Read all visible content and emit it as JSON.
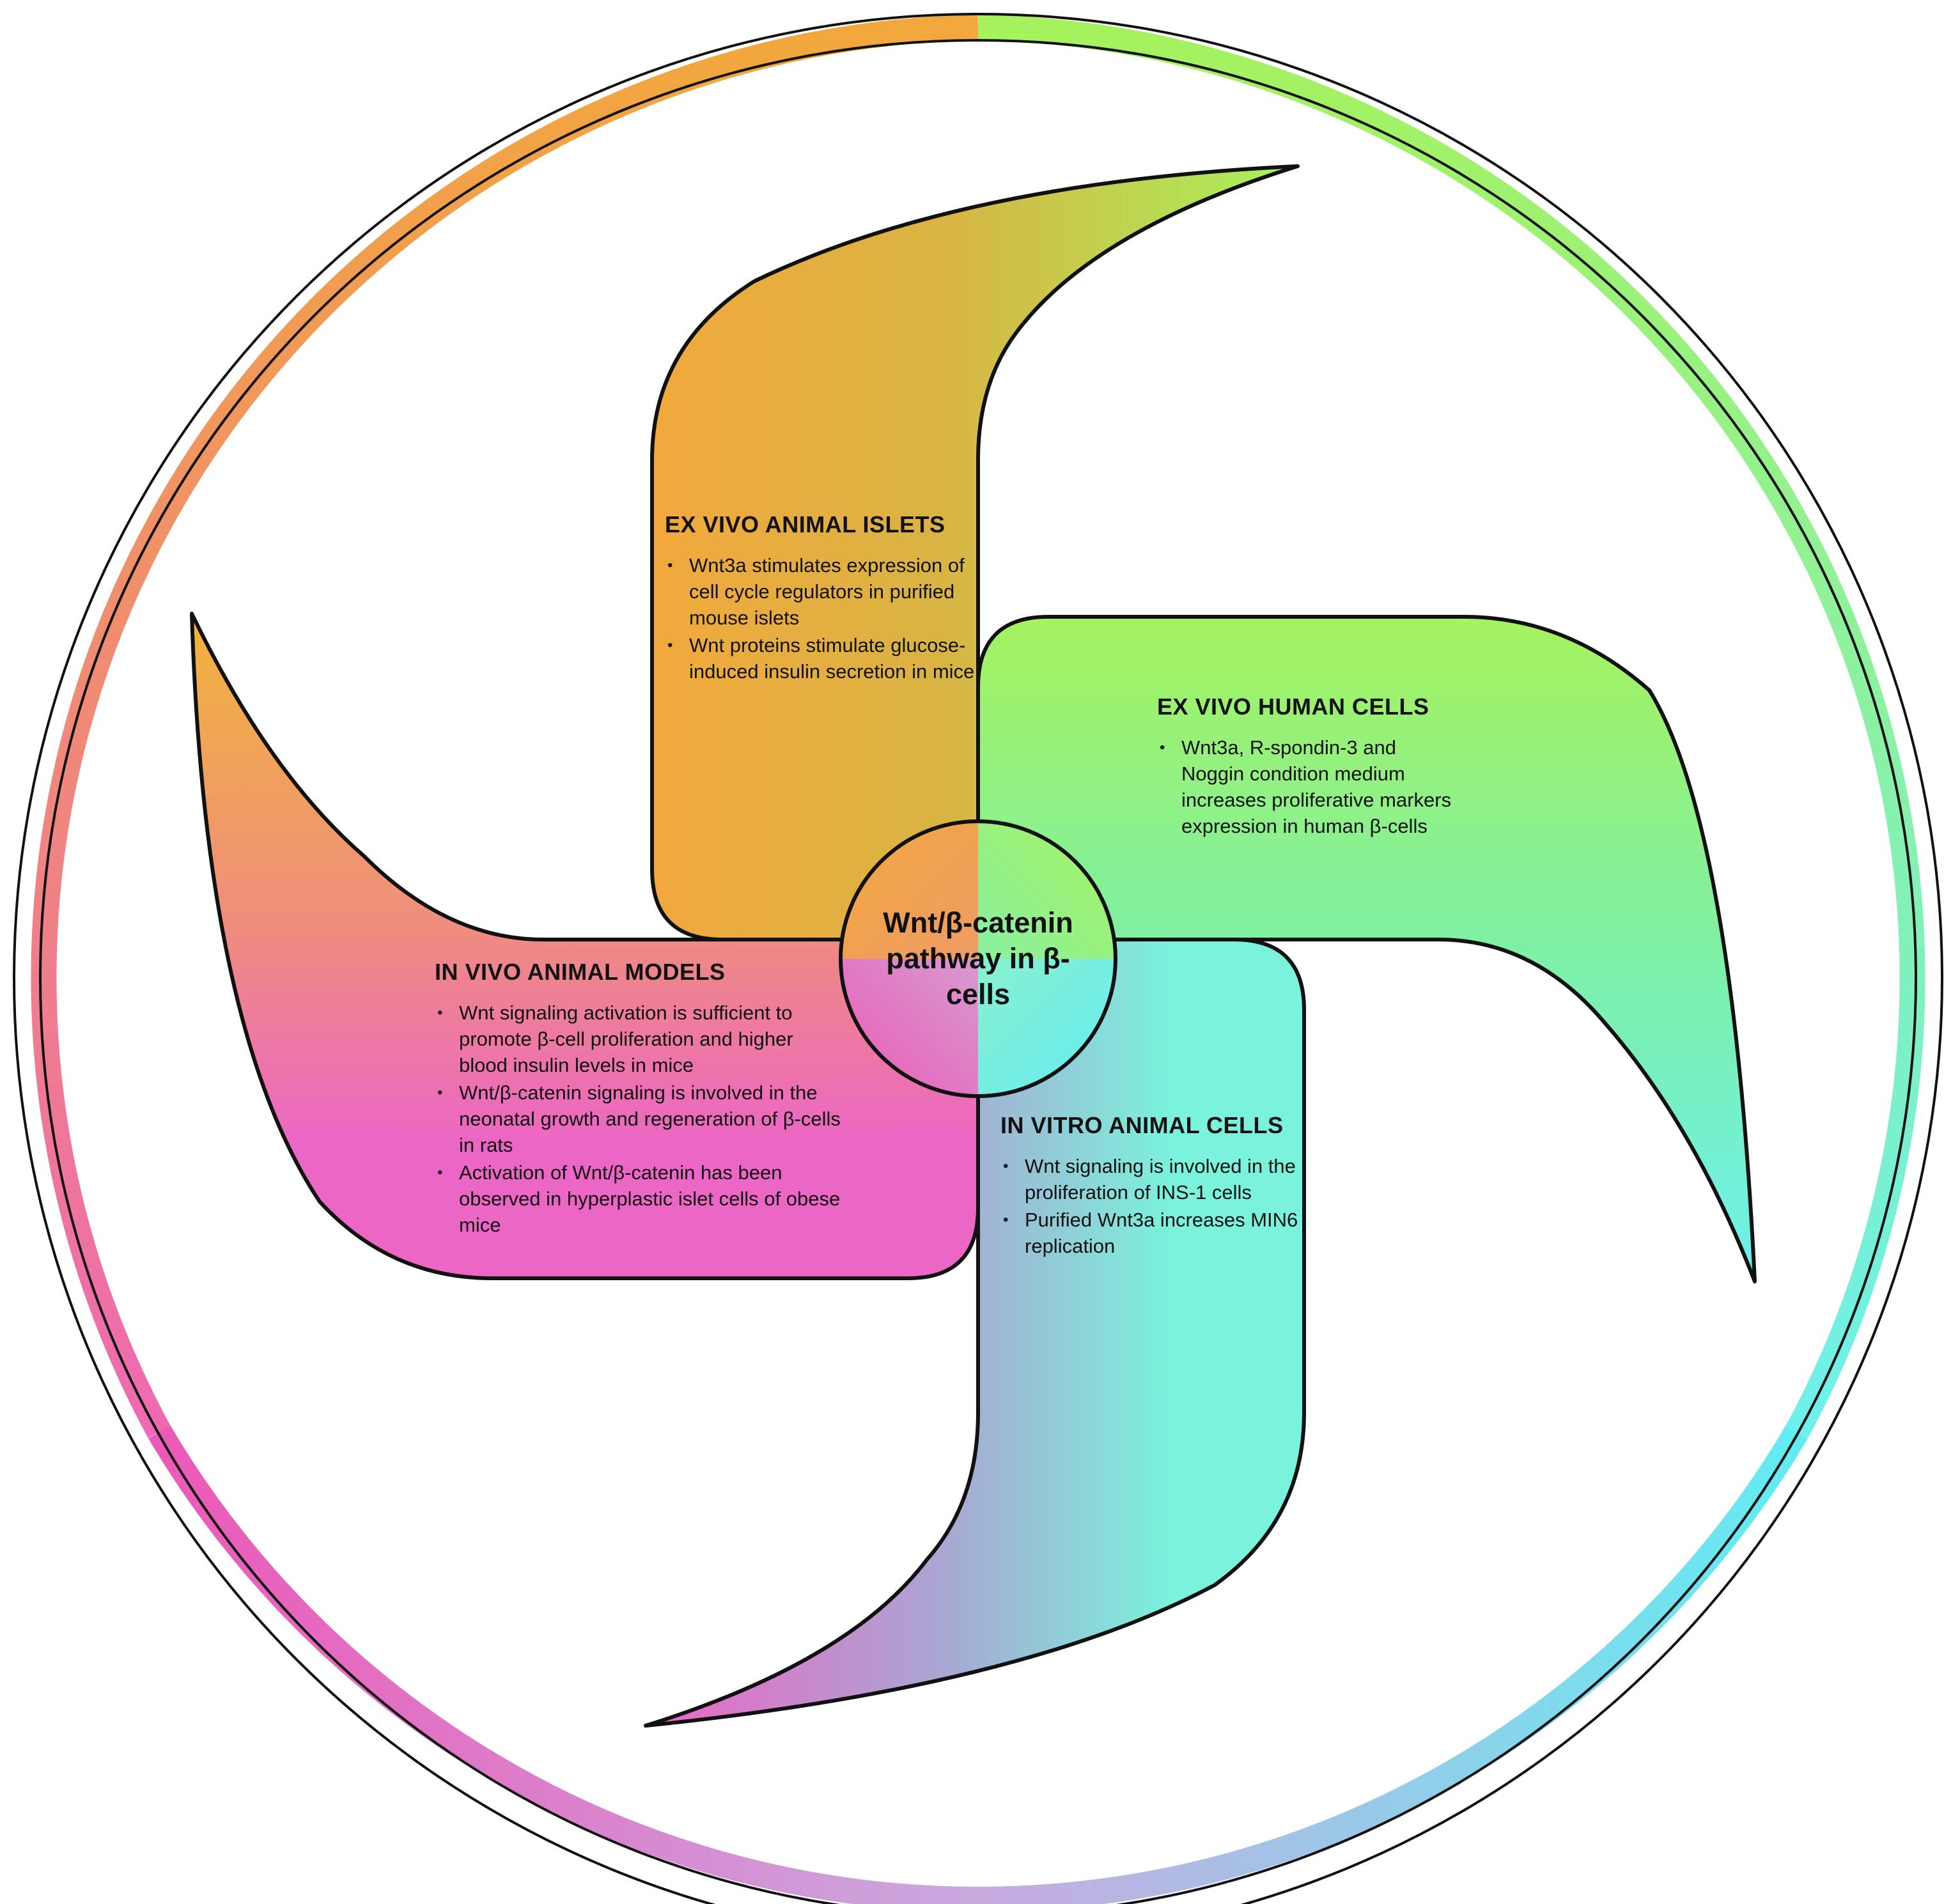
{
  "center": {
    "title": "Wnt/β-catenin pathway in β-cells"
  },
  "sections": {
    "ex_vivo_animal_islets": {
      "heading": "EX VIVO ANIMAL ISLETS",
      "items": [
        " Wnt3a stimulates expression of cell cycle regulators in purified mouse islets",
        "Wnt proteins stimulate glucose-induced insulin secretion in mice"
      ]
    },
    "ex_vivo_human_cells": {
      "heading": "EX VIVO HUMAN CELLS",
      "items": [
        "Wnt3a, R-spondin-3 and Noggin condition medium increases proliferative markers expression in human β-cells"
      ]
    },
    "in_vivo_animal_models": {
      "heading": "IN VIVO ANIMAL MODELS",
      "items": [
        "Wnt signaling activation is sufficient to promote β-cell proliferation and higher blood insulin levels in mice",
        "Wnt/β-catenin signaling is involved in the neonatal growth and regeneration of β-cells in rats",
        "Activation of Wnt/β-catenin has been observed in hyperplastic islet cells of obese mice"
      ]
    },
    "in_vitro_animal_cells": {
      "heading": "IN VITRO ANIMAL CELLS",
      "items": [
        "Wnt signaling is involved in the proliferation of INS-1 cells",
        "Purified Wnt3a increases MIN6  replication"
      ]
    }
  },
  "colors": {
    "orange": "#f2a83c",
    "green": "#a6f25e",
    "cyan": "#6ef0ec",
    "magenta": "#ec66c5",
    "outline": "#111111"
  }
}
